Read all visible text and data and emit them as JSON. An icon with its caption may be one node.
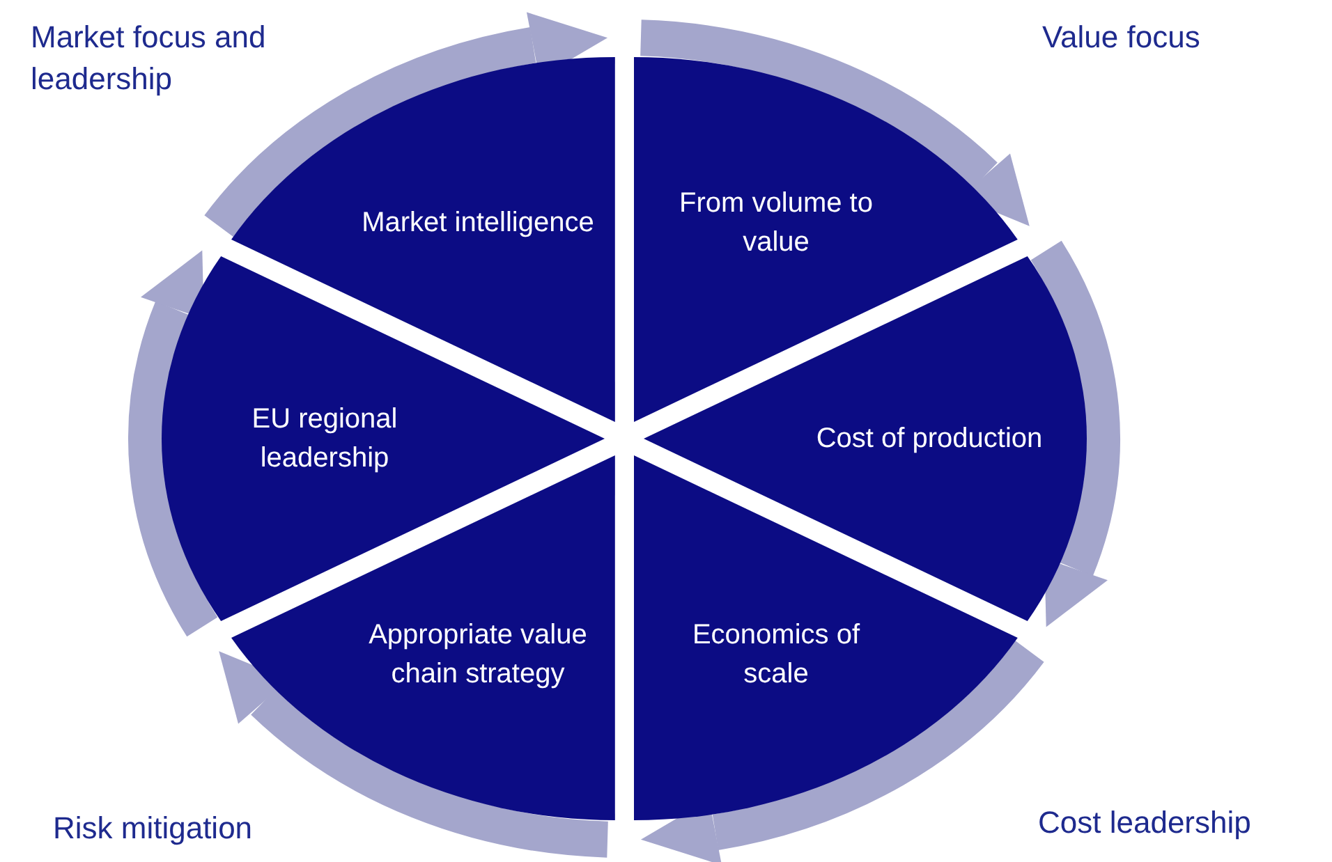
{
  "diagram": {
    "nodes": [
      {
        "text": [
          "Market intelligence"
        ]
      },
      {
        "text": [
          "From volume to value"
        ]
      },
      {
        "text": [
          "Cost of production"
        ]
      },
      {
        "text": [
          "Economics of scale"
        ]
      },
      {
        "text": [
          "Appropriate value chain strategy"
        ]
      },
      {
        "text": [
          "EU regional leadership"
        ]
      }
    ],
    "labels": [
      "Market focus and leadership",
      "Value focus",
      "Risk mitigation",
      "Cost leadership"
    ]
  }
}
